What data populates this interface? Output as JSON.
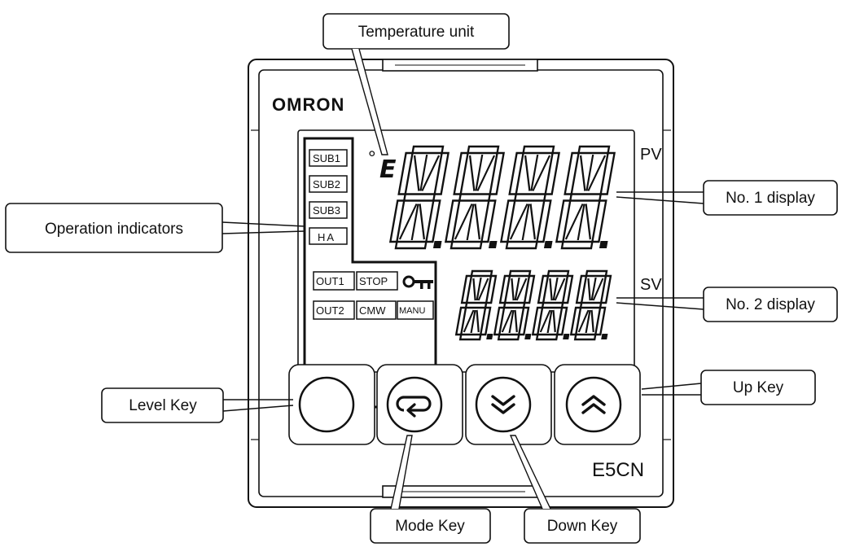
{
  "device": {
    "brand": "OMRON",
    "model": "E5CN",
    "pv_label": "PV",
    "sv_label": "SV",
    "temp_unit_symbol": "°",
    "temp_unit_letter": "E"
  },
  "indicators": {
    "sub1": "SUB1",
    "sub2": "SUB2",
    "sub3": "SUB3",
    "ha": "HA",
    "out1": "OUT1",
    "stop": "STOP",
    "out2": "OUT2",
    "cmw": "CMW",
    "manu": "MANU"
  },
  "callouts": {
    "temperature_unit": "Temperature unit",
    "operation_indicators": "Operation indicators",
    "no1_display": "No. 1 display",
    "no2_display": "No. 2 display",
    "level_key": "Level Key",
    "up_key": "Up Key",
    "mode_key": "Mode Key",
    "down_key": "Down Key"
  },
  "icons": {
    "key": "key-icon",
    "mode": "return-arrow-icon",
    "down": "double-chevron-down-icon",
    "up": "double-chevron-up-icon"
  }
}
